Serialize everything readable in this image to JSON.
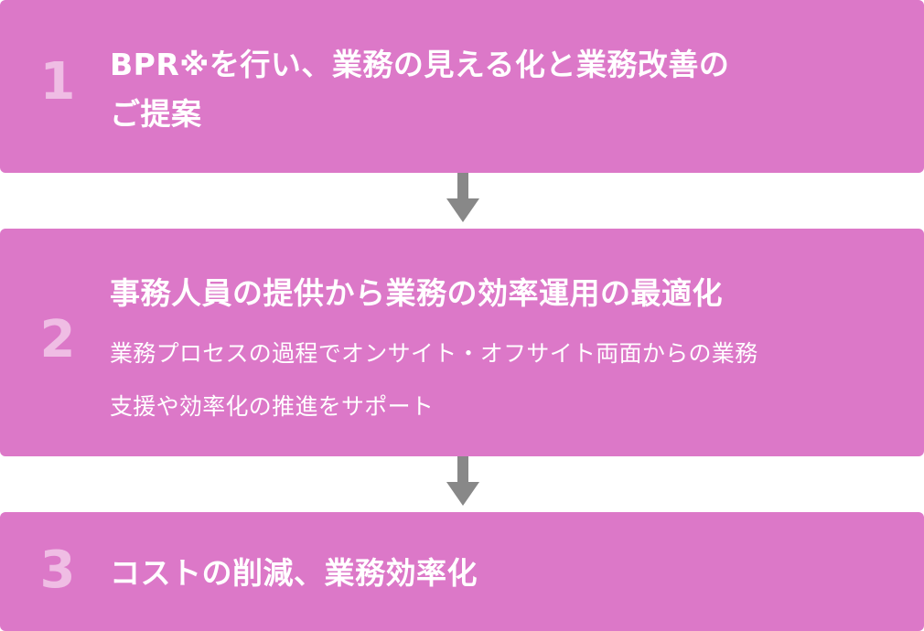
{
  "colors": {
    "box": "#dc78c8",
    "number": "#efbde4",
    "text": "#ffffff",
    "arrow": "#888888"
  },
  "steps": [
    {
      "number": "1",
      "title_line1": "BPR※を行い、業務の見える化と業務改善の",
      "title_line2": "ご提案"
    },
    {
      "number": "2",
      "title": "事務人員の提供から業務の効率運用の最適化",
      "desc_line1": "業務プロセスの過程でオンサイト・オフサイト両面からの業務",
      "desc_line2": "支援や効率化の推進をサポート"
    },
    {
      "number": "3",
      "title": "コストの削減、業務効率化"
    }
  ],
  "arrows": [
    {
      "icon": "arrow-down-icon"
    },
    {
      "icon": "arrow-down-icon"
    }
  ]
}
